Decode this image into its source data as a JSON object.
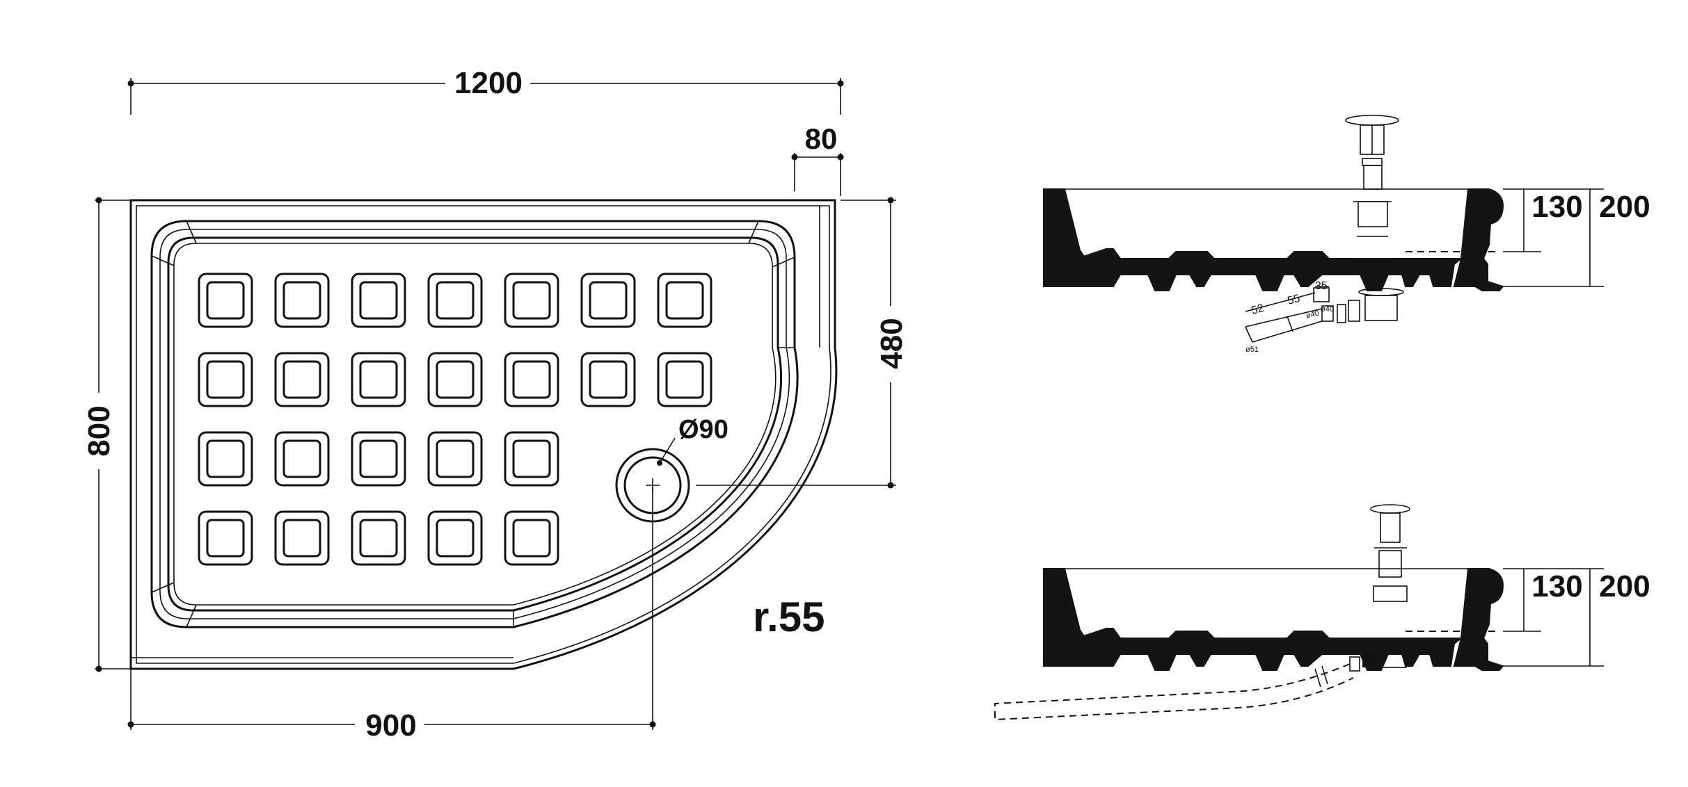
{
  "plan": {
    "width_label": "1200",
    "depth_label": "800",
    "rim_label": "80",
    "drain_offset_label": "480",
    "drain_x_label": "900",
    "drain_diameter_label": "Ø90",
    "radius_label": "r.55"
  },
  "section_top": {
    "inner_height_label": "130",
    "total_height_label": "200",
    "pipe_labels": [
      "52",
      "55",
      "35",
      "ø40",
      "ø40",
      "ø51"
    ]
  },
  "section_bottom": {
    "inner_height_label": "130",
    "total_height_label": "200"
  },
  "colors": {
    "ink": "#111111",
    "background": "#ffffff"
  }
}
